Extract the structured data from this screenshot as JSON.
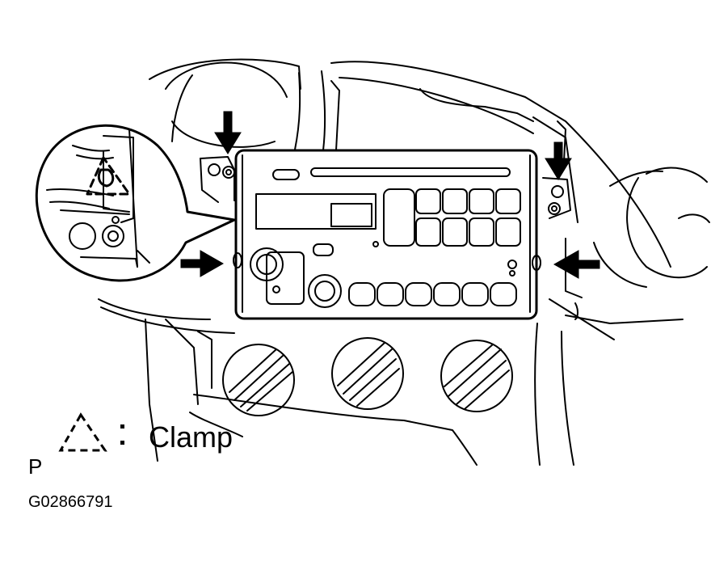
{
  "legend": {
    "symbol_icon": "dashed-triangle-clamp-icon",
    "label": "Clamp"
  },
  "page_marker": "P",
  "figure_code": "G02866791",
  "callout_arrows": 4,
  "colors": {
    "line": "#000000",
    "background": "#ffffff"
  }
}
